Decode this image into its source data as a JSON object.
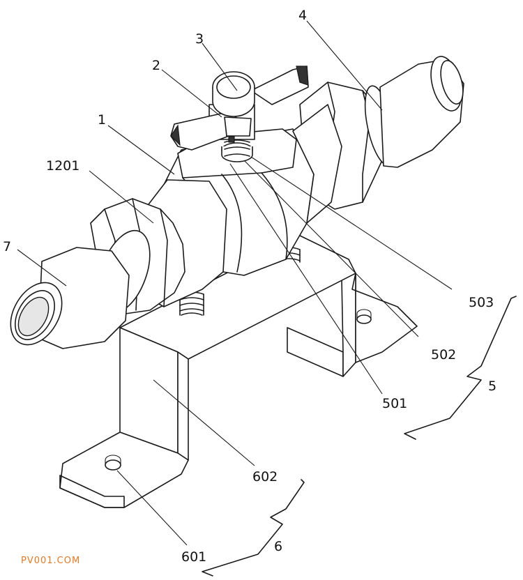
{
  "labels": {
    "l1": "1",
    "l2": "2",
    "l3": "3",
    "l4": "4",
    "l5": "5",
    "l6": "6",
    "l7": "7",
    "l1201": "1201",
    "l501": "501",
    "l502": "502",
    "l503": "503",
    "l601": "601",
    "l602": "602"
  },
  "watermark": "PV001.COM"
}
